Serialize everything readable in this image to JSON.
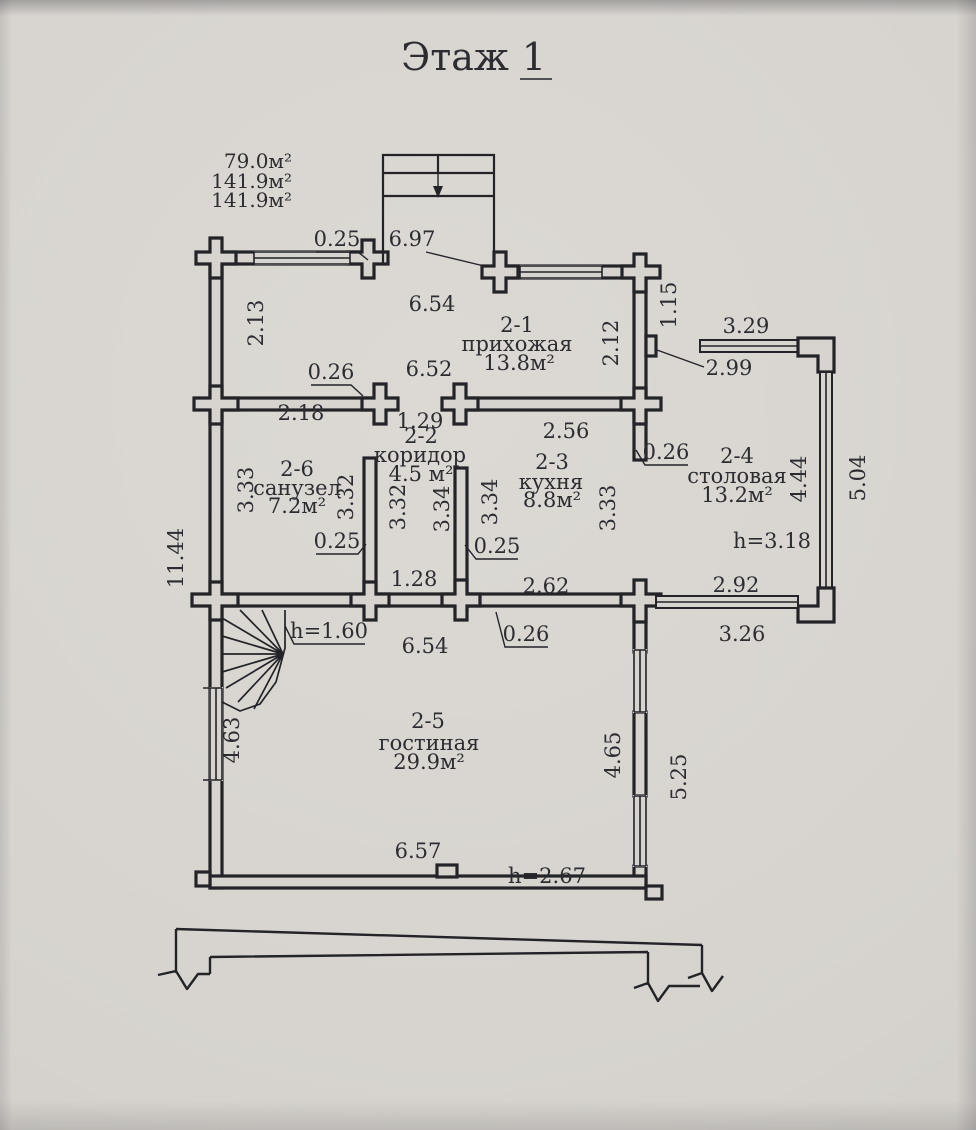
{
  "page": {
    "title_word": "Этаж",
    "title_number": "1"
  },
  "summary_areas": [
    "79.0м²",
    "141.9м²",
    "141.9м²"
  ],
  "rooms": {
    "hallway": {
      "num": "2-1",
      "name": "прихожая",
      "area": "13.8м²"
    },
    "corridor": {
      "num": "2-2",
      "name": "коридор",
      "area": "4.5 м²"
    },
    "kitchen": {
      "num": "2-3",
      "name": "кухня",
      "area": "8.8м²"
    },
    "dining": {
      "num": "2-4",
      "name": "столовая",
      "area": "13.2м²"
    },
    "living": {
      "num": "2-5",
      "name": "гостиная",
      "area": "29.9м²"
    },
    "bathroom": {
      "num": "2-6",
      "name": "санузел",
      "area": "7.2м²"
    }
  },
  "dims": {
    "top_thickness": "0.25",
    "porch": "6.97",
    "hall_upper": "6.54",
    "hall_lower": "6.52",
    "left_upper": "2.13",
    "left_total": "11.44",
    "bath_opening": "0.26",
    "bath_top": "2.18",
    "corridor_doorway": "1.29",
    "kitchen_top": "2.56",
    "hall_right": "2.12",
    "right_pier": "1.15",
    "dining_top_outer": "3.29",
    "dining_top_inner": "2.99",
    "dining_door": "0.26",
    "bath_left": "3.33",
    "bath_right": "3.32",
    "corridor_left": "3.32",
    "corridor_right": "3.34",
    "kitchen_left": "3.34",
    "kitchen_right": "3.33",
    "bath_wall": "0.25",
    "corridor_wall": "0.25",
    "corridor_width": "1.28",
    "kitchen_bottom": "2.62",
    "kitchen_wall": "0.26",
    "dining_bottom_inner": "2.92",
    "dining_bottom_outer": "3.26",
    "dining_right_inner": "4.44",
    "dining_right_outer": "5.04",
    "dining_height": "h=3.18",
    "stairs_height": "h=1.60",
    "living_top": "6.54",
    "living_window": "4.63",
    "living_right_inner": "4.65",
    "living_right_outer": "5.25",
    "living_bottom": "6.57",
    "living_height": "h=2.67"
  },
  "colors": {
    "ink": "#232328",
    "paper": "#d7d4cf"
  }
}
